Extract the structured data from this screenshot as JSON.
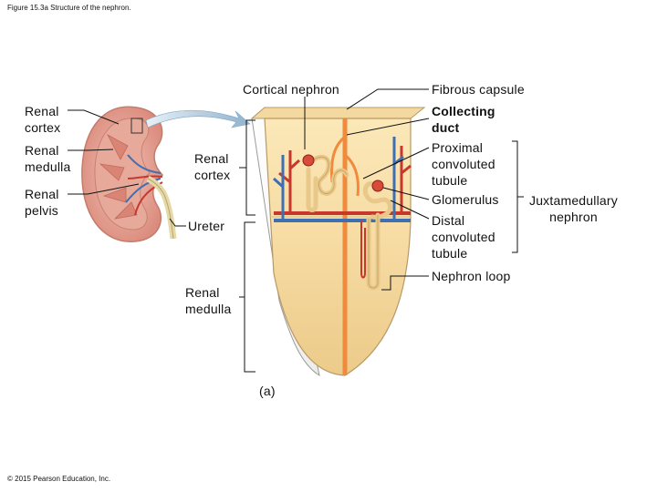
{
  "figure_title": "Figure 15.3a Structure of the nephron.",
  "copyright": "© 2015 Pearson Education, Inc.",
  "panel_letter": "(a)",
  "left_labels": {
    "renal_cortex": "Renal\ncortex",
    "renal_medulla": "Renal\nmedulla",
    "renal_pelvis": "Renal\npelvis"
  },
  "middle_labels": {
    "cortical_nephron": "Cortical nephron",
    "renal_cortex": "Renal\ncortex",
    "ureter": "Ureter",
    "renal_medulla": "Renal\nmedulla"
  },
  "right_labels": {
    "fibrous_capsule": "Fibrous capsule",
    "collecting_duct": "Collecting\nduct",
    "proximal_convoluted_tubule": "Proximal\nconvoluted\ntubule",
    "glomerulus": "Glomerulus",
    "distal_convoluted_tubule": "Distal\nconvoluted\ntubule",
    "nephron_loop": "Nephron loop",
    "juxtamedullary_nephron": "Juxtamedullary\nnephron"
  }
}
